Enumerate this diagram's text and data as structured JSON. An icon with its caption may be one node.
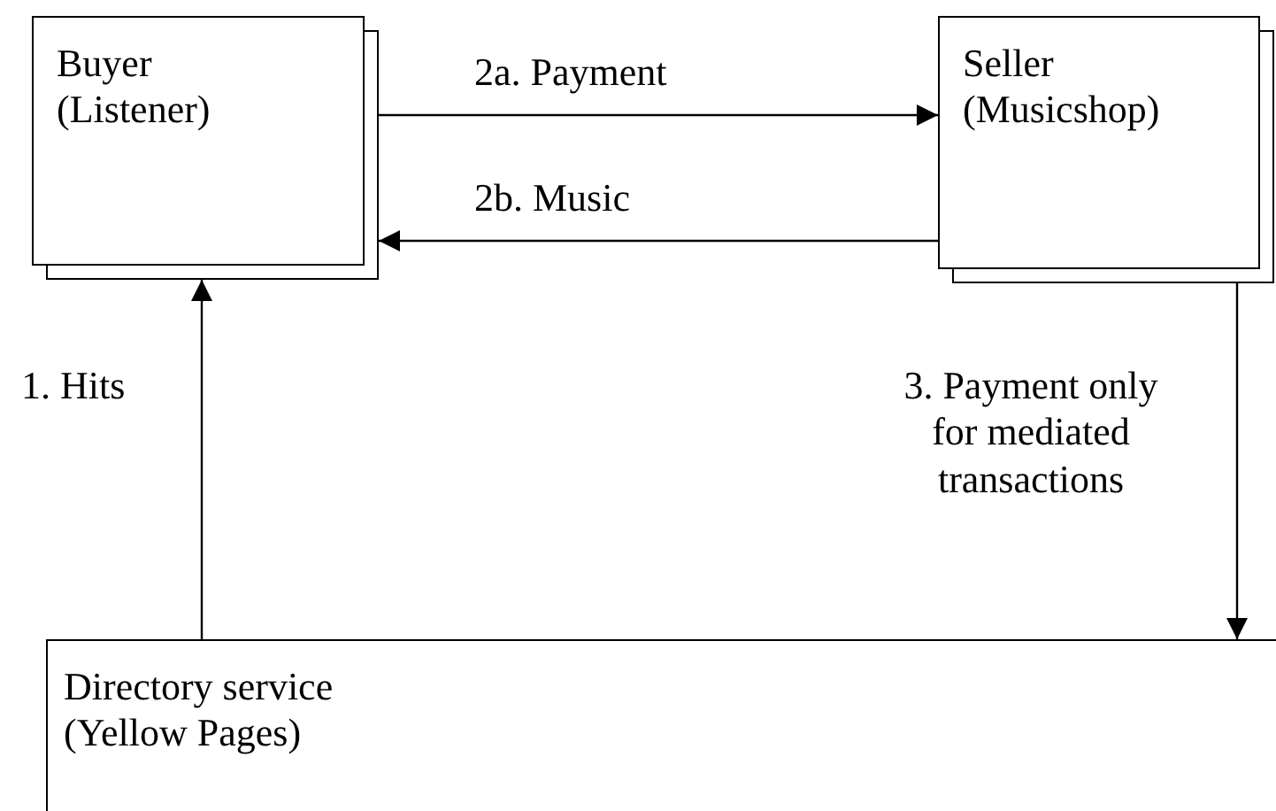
{
  "diagram": {
    "nodes": [
      {
        "text": [
          "Buyer (Listener)"
        ]
      },
      {
        "text": [
          "Seller (Musicshop)"
        ]
      },
      {
        "text": [
          "Directory service (Yellow Pages)"
        ]
      }
    ],
    "edges": [
      {
        "from": 0,
        "to": 1,
        "arrow": "to",
        "label": "2a. Payment"
      },
      {
        "from": 1,
        "to": 0,
        "arrow": "to",
        "label": "2b. Music"
      },
      {
        "from": 2,
        "to": 0,
        "arrow": "to",
        "label": "1. Hits"
      },
      {
        "from": 1,
        "to": 2,
        "arrow": "to",
        "label": "3. Payment only for mediated transactions"
      }
    ]
  }
}
